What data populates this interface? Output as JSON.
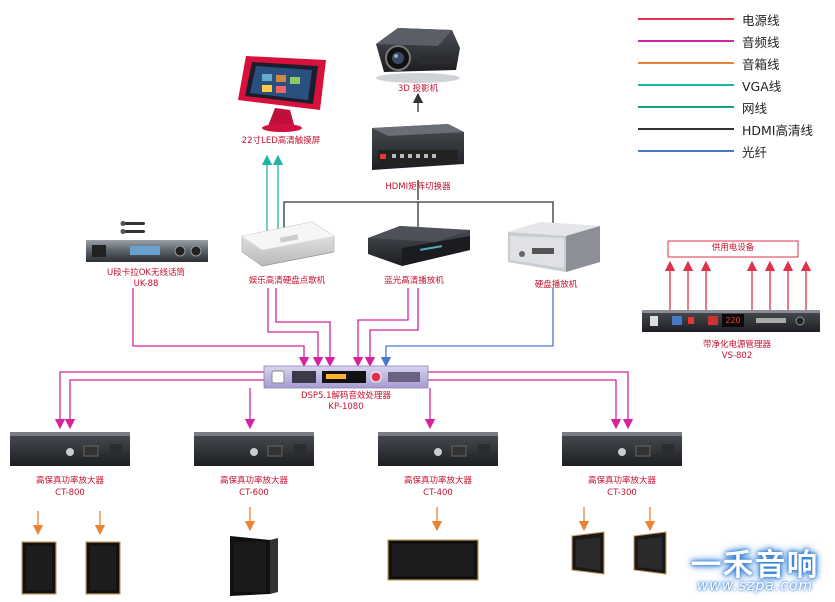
{
  "legend": [
    {
      "label": "电源线",
      "color": "#e0304a"
    },
    {
      "label": "音频线",
      "color": "#d6239c"
    },
    {
      "label": "音箱线",
      "color": "#e8843a"
    },
    {
      "label": "VGA线",
      "color": "#1fb3a6"
    },
    {
      "label": "网线",
      "color": "#19a07c"
    },
    {
      "label": "HDMI高清线",
      "color": "#333333"
    },
    {
      "label": "光纤",
      "color": "#4a78c8"
    }
  ],
  "devices": {
    "touch_screen": "22寸LED高清触摸屏",
    "projector": "3D 投影机",
    "hdmi_switch": "HDMI矩阵切换器",
    "mic_name": "U段卡拉OK无线话筒",
    "mic_model": "UK-88",
    "jukebox": "娱乐高清硬盘点歌机",
    "bluray": "蓝光高清播放机",
    "hdd_player": "硬盘播放机",
    "power_box": "供用电设备",
    "power_mgr_name": "带净化电源管理器",
    "power_mgr_model": "VS-802",
    "power_display": "220",
    "dsp_name": "DSP5.1解码音效处理器",
    "dsp_model": "KP-1080",
    "amp1_name": "高保真功率放大器",
    "amp1_model": "CT-800",
    "amp2_name": "高保真功率放大器",
    "amp2_model": "CT-600",
    "amp3_name": "高保真功率放大器",
    "amp3_model": "CT-400",
    "amp4_name": "高保真功率放大器",
    "amp4_model": "CT-300"
  },
  "watermark": {
    "title": "一禾音响",
    "url": "www.szpa.com"
  }
}
